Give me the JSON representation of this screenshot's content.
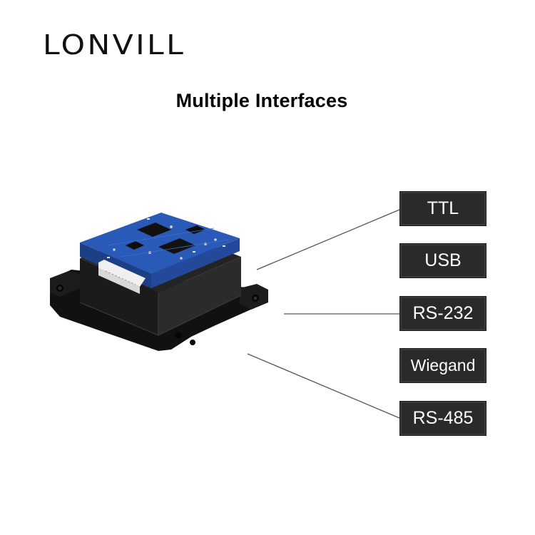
{
  "brand": "LONVILL",
  "headline": "Multiple Interfaces",
  "interfaces": [
    "TTL",
    "USB",
    "RS-232",
    "Wiegand",
    "RS-485"
  ],
  "colors": {
    "background": "#ffffff",
    "label_box": "#2a2a2a",
    "label_text": "#ffffff",
    "pcb": "#1f4fa8",
    "housing": "#1a1a1a"
  }
}
